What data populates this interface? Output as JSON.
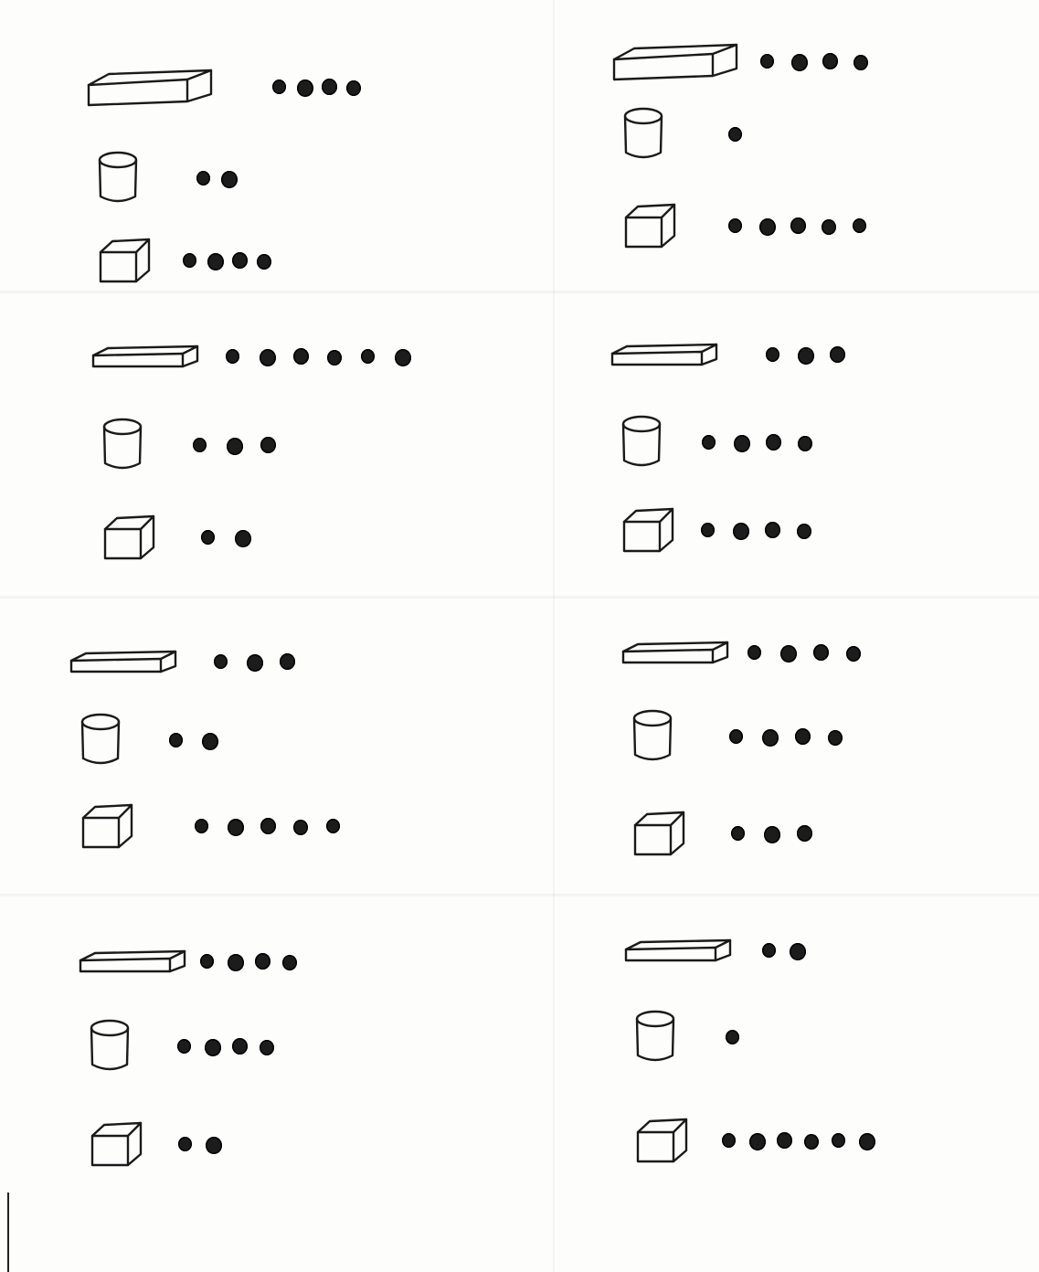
{
  "sheet": {
    "kind": "hand-drawn worksheet",
    "ink_color": "#1a1a1a",
    "paper_color": "#fdfdfc"
  },
  "groups": [
    {
      "column": "left",
      "rows": [
        {
          "shape": "long-bar-icon",
          "count": 4
        },
        {
          "shape": "cylinder-icon",
          "count": 2
        },
        {
          "shape": "cube-icon",
          "count": 4
        }
      ]
    },
    {
      "column": "right",
      "rows": [
        {
          "shape": "long-bar-icon",
          "count": 4
        },
        {
          "shape": "cylinder-icon",
          "count": 1
        },
        {
          "shape": "cube-icon",
          "count": 5
        }
      ]
    },
    {
      "column": "left",
      "rows": [
        {
          "shape": "long-bar-icon",
          "count": 6
        },
        {
          "shape": "cylinder-icon",
          "count": 3
        },
        {
          "shape": "cube-icon",
          "count": 2
        }
      ]
    },
    {
      "column": "right",
      "rows": [
        {
          "shape": "long-bar-icon",
          "count": 3
        },
        {
          "shape": "cylinder-icon",
          "count": 4
        },
        {
          "shape": "cube-icon",
          "count": 4
        }
      ]
    },
    {
      "column": "left",
      "rows": [
        {
          "shape": "long-bar-icon",
          "count": 3
        },
        {
          "shape": "cylinder-icon",
          "count": 2
        },
        {
          "shape": "cube-icon",
          "count": 5
        }
      ]
    },
    {
      "column": "right",
      "rows": [
        {
          "shape": "long-bar-icon",
          "count": 4
        },
        {
          "shape": "cylinder-icon",
          "count": 4
        },
        {
          "shape": "cube-icon",
          "count": 3
        }
      ]
    },
    {
      "column": "left",
      "rows": [
        {
          "shape": "long-bar-icon",
          "count": 4
        },
        {
          "shape": "cylinder-icon",
          "count": 4
        },
        {
          "shape": "cube-icon",
          "count": 2
        }
      ]
    },
    {
      "column": "right",
      "rows": [
        {
          "shape": "long-bar-icon",
          "count": 2
        },
        {
          "shape": "cylinder-icon",
          "count": 1
        },
        {
          "shape": "cube-icon",
          "count": 6
        }
      ]
    }
  ]
}
